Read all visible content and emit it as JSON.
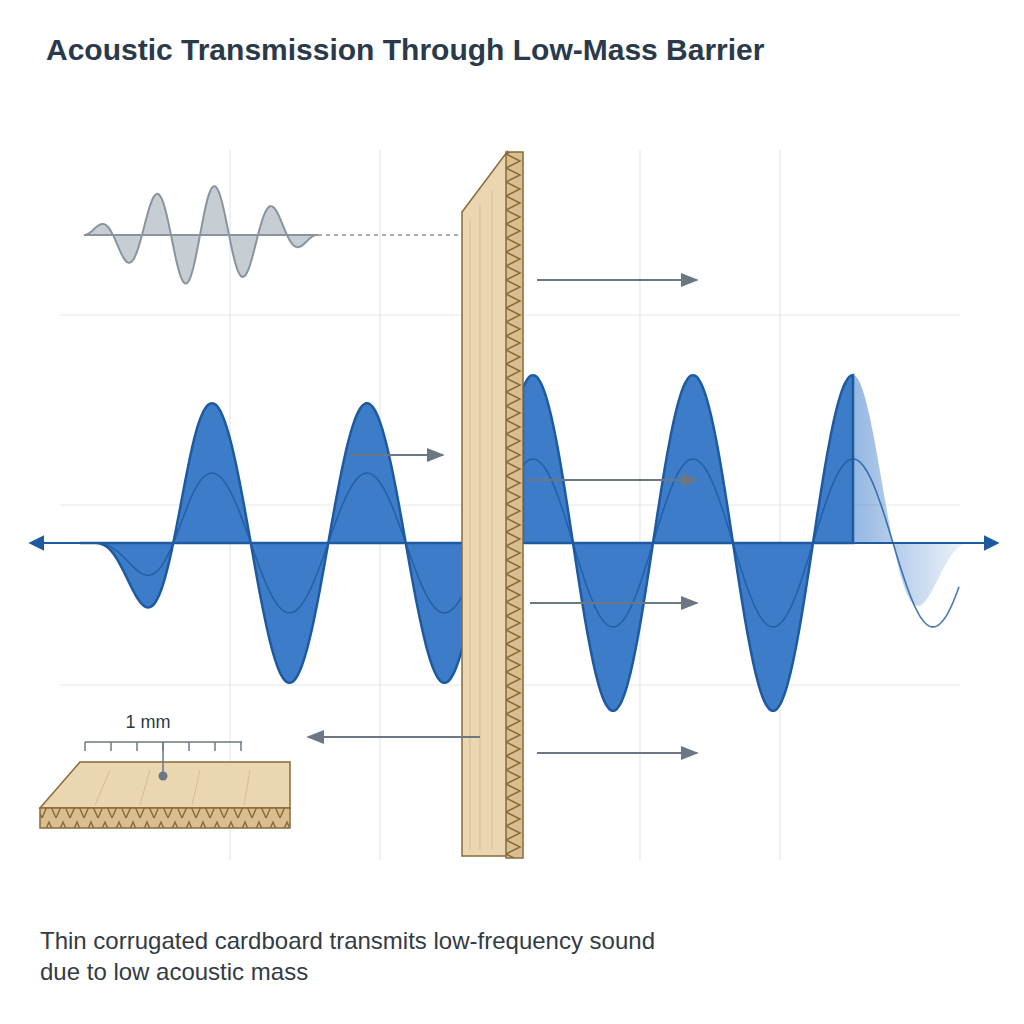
{
  "diagram": {
    "title": "Acoustic Transmission Through Low-Mass Barrier",
    "caption": "Thin corrugated cardboard transmits low-frequency sound due to low acoustic mass",
    "labels": [
      "1 mm"
    ]
  }
}
